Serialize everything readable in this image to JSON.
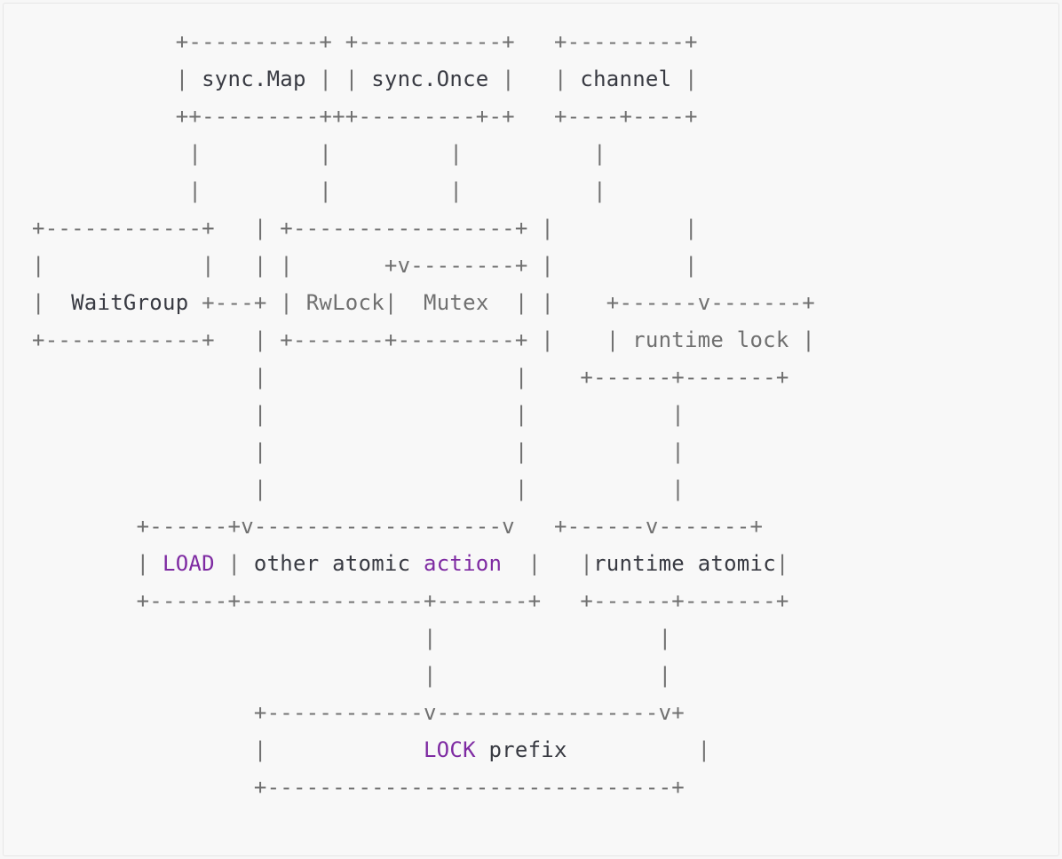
{
  "diagram": {
    "lines": [
      [
        [
          "b",
          "           +----------+ +-----------+   +---------+"
        ]
      ],
      [
        [
          "b",
          "           | "
        ],
        [
          "s",
          "sync.Map"
        ],
        [
          "b",
          " | | "
        ],
        [
          "s",
          "sync.Once"
        ],
        [
          "b",
          " |   | "
        ],
        [
          "s",
          "channel"
        ],
        [
          "b",
          " |"
        ]
      ],
      [
        [
          "b",
          "           ++---------+++---------+-+   +----+----+"
        ]
      ],
      [
        [
          "b",
          "            |         |         |          |"
        ]
      ],
      [
        [
          "b",
          "            |         |         |          |"
        ]
      ],
      [
        [
          "b",
          "+------------+   | +-----------------+ |          |"
        ]
      ],
      [
        [
          "b",
          "|            |   | |       +v--------+ |          |"
        ]
      ],
      [
        [
          "b",
          "|  "
        ],
        [
          "s",
          "WaitGroup"
        ],
        [
          "b",
          " +---+ | "
        ],
        [
          "b",
          "RwLock"
        ],
        [
          "b",
          "|  "
        ],
        [
          "b",
          "Mutex"
        ],
        [
          "b",
          "  | |    +------v-------+"
        ]
      ],
      [
        [
          "b",
          "+------------+   | +-------+---------+ |    | "
        ],
        [
          "b",
          "runtime lock"
        ],
        [
          "b",
          " |"
        ]
      ],
      [
        [
          "b",
          "                 |                   |    +------+-------+"
        ]
      ],
      [
        [
          "b",
          "                 |                   |           |"
        ]
      ],
      [
        [
          "b",
          "                 |                   |           |"
        ]
      ],
      [
        [
          "b",
          "                 |                   |           |"
        ]
      ],
      [
        [
          "b",
          "        +------+v-------------------v   +------v-------+"
        ]
      ],
      [
        [
          "b",
          "        | "
        ],
        [
          "k",
          "LOAD"
        ],
        [
          "b",
          " | "
        ],
        [
          "s",
          "other atomic "
        ],
        [
          "k",
          "action"
        ],
        [
          "b",
          "  |   |"
        ],
        [
          "s",
          "runtime atomic"
        ],
        [
          "b",
          "|"
        ]
      ],
      [
        [
          "b",
          "        +------+--------------+-------+   +------+-------+"
        ]
      ],
      [
        [
          "b",
          "                              |                 |"
        ]
      ],
      [
        [
          "b",
          "                              |                 |"
        ]
      ],
      [
        [
          "b",
          "                 +------------v-----------------v+"
        ]
      ],
      [
        [
          "b",
          "                 |            "
        ],
        [
          "k",
          "LOCK"
        ],
        [
          "b",
          " "
        ],
        [
          "s",
          "prefix"
        ],
        [
          "b",
          "          |"
        ]
      ],
      [
        [
          "b",
          "                 +-------------------------------+"
        ]
      ]
    ]
  }
}
